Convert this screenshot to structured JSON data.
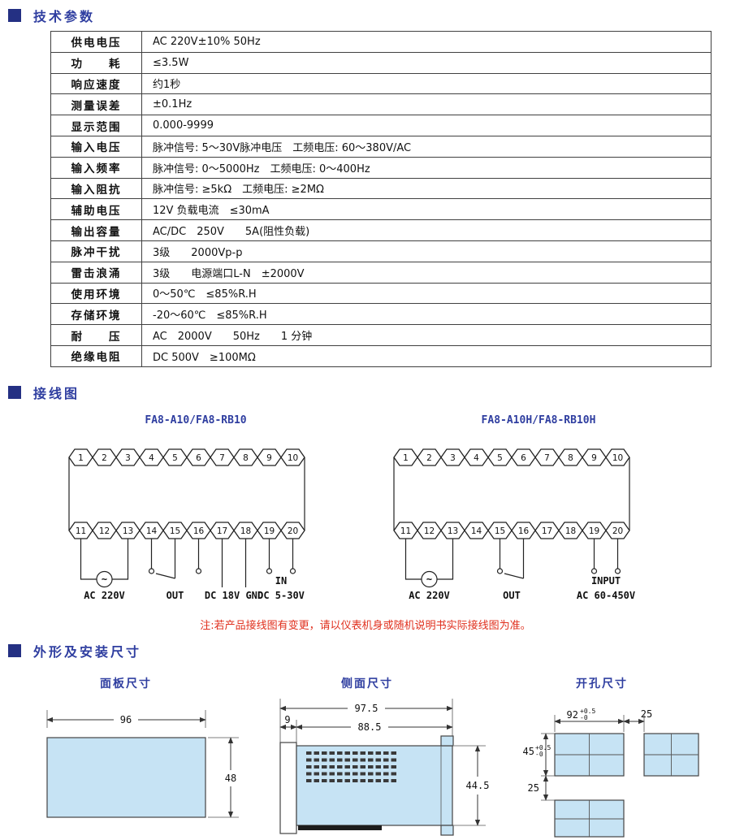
{
  "page": {
    "accent_blue": "#2f3ea0",
    "marker_navy": "#243083",
    "note_red": "#e0301e",
    "fill_blue": "#c6e3f4"
  },
  "sections": {
    "tech_title": "技术参数",
    "wiring_title": "接线图",
    "dims_title": "外形及安装尺寸"
  },
  "table": {
    "rows": [
      {
        "label": "供电电压",
        "value": "AC 220V±10% 50Hz"
      },
      {
        "label": "功　　耗",
        "value": "≤3.5W"
      },
      {
        "label": "响应速度",
        "value": "约1秒"
      },
      {
        "label": "测量误差",
        "value": "±0.1Hz"
      },
      {
        "label": "显示范围",
        "value": "0.000-9999"
      },
      {
        "label": "输入电压",
        "value": "脉冲信号: 5～30V脉冲电压　工频电压: 60～380V/AC"
      },
      {
        "label": "输入频率",
        "value": "脉冲信号: 0～5000Hz　工频电压: 0～400Hz"
      },
      {
        "label": "输入阻抗",
        "value": "脉冲信号: ≥5kΩ　工频电压: ≥2MΩ"
      },
      {
        "label": "辅助电压",
        "value": "12V 负载电流　≤30mA"
      },
      {
        "label": "输出容量",
        "value": "AC/DC　250V　　5A(阻性负载)"
      },
      {
        "label": "脉冲干扰",
        "value": "3级　　2000Vp-p"
      },
      {
        "label": "雷击浪涌",
        "value": "3级　　电源端口L-N　±2000V"
      },
      {
        "label": "使用环境",
        "value": "0～50℃　≤85%R.H"
      },
      {
        "label": "存储环境",
        "value": "-20～60℃　≤85%R.H"
      },
      {
        "label": "耐　　压",
        "value": "AC　2000V　　50Hz　　1 分钟"
      },
      {
        "label": "绝缘电阻",
        "value": "DC 500V　≥100MΩ"
      }
    ]
  },
  "wiring": {
    "ac_symbol": "~",
    "left": {
      "title": "FA8-A10/FA8-RB10",
      "top_terminals": [
        "1",
        "2",
        "3",
        "4",
        "5",
        "6",
        "7",
        "8",
        "9",
        "10"
      ],
      "bottom_terminals": [
        "11",
        "12",
        "13",
        "14",
        "15",
        "16",
        "17",
        "18",
        "19",
        "20"
      ],
      "label_ac": "AC 220V",
      "label_out": "OUT",
      "label_dc": "DC 18V GND",
      "label_in_1": "IN",
      "label_in_2": "DC 5-30V"
    },
    "right": {
      "title": "FA8-A10H/FA8-RB10H",
      "top_terminals": [
        "1",
        "2",
        "3",
        "4",
        "5",
        "6",
        "7",
        "8",
        "9",
        "10"
      ],
      "bottom_terminals": [
        "11",
        "12",
        "13",
        "14",
        "15",
        "16",
        "17",
        "18",
        "19",
        "20"
      ],
      "label_ac": "AC 220V",
      "label_out": "OUT",
      "label_in_1": "INPUT",
      "label_in_2": "AC 60-450V"
    },
    "note": "注:若产品接线图有变更，请以仪表机身或随机说明书实际接线图为准。"
  },
  "dims": {
    "panel": {
      "title": "面板尺寸",
      "width": "96",
      "height": "48"
    },
    "side": {
      "title": "侧面尺寸",
      "total": "97.5",
      "bezel": "9",
      "body": "88.5",
      "height": "44.5"
    },
    "cutout": {
      "title": "开孔尺寸",
      "width": "92",
      "width_tol_plus": "+0.5",
      "width_tol_minus": "-0",
      "h_gap": "25",
      "height": "45",
      "height_tol_plus": "+0.5",
      "height_tol_minus": "-0",
      "v_gap": "25"
    }
  }
}
